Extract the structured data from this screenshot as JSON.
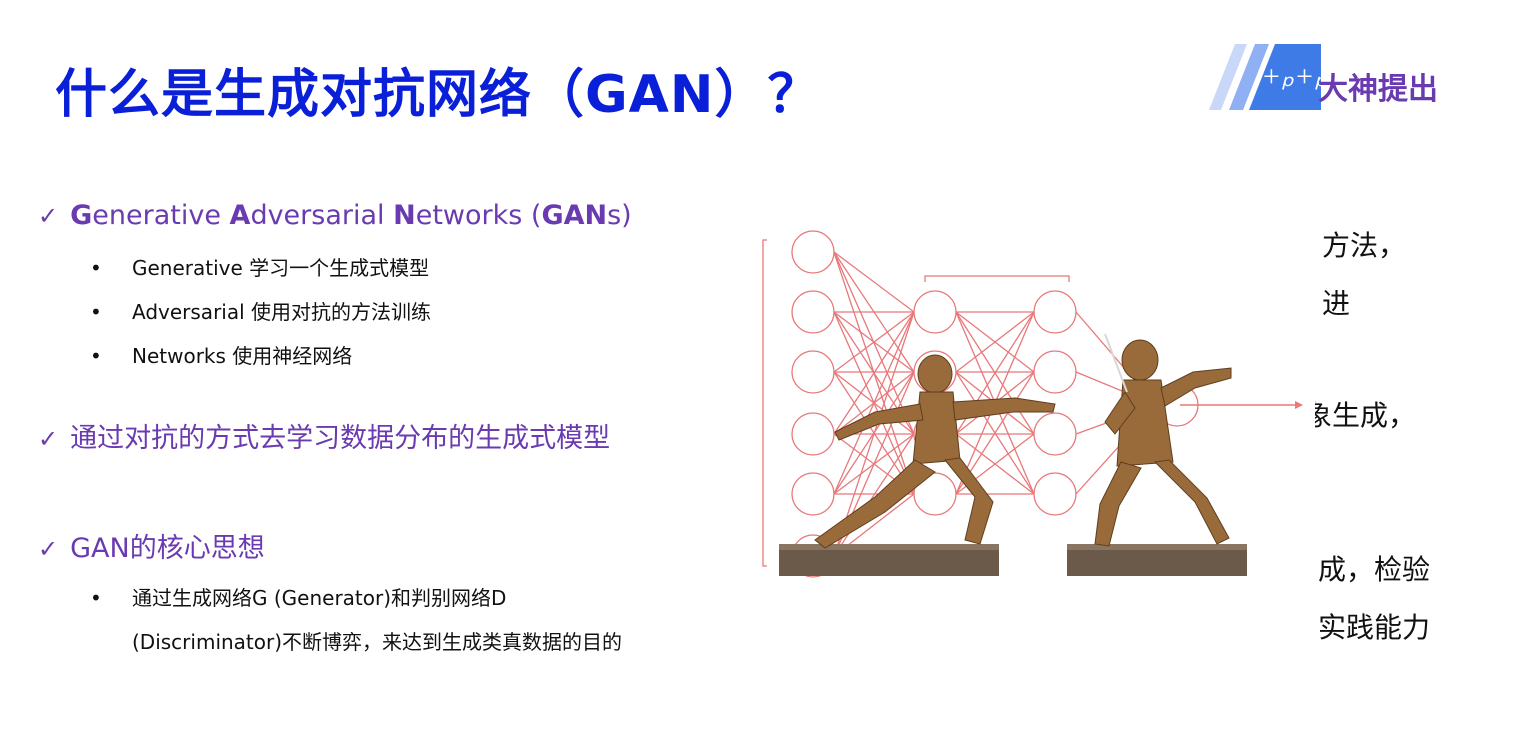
{
  "title": "什么是生成对抗网络（GAN）？",
  "brand": {
    "text": "大神提出"
  },
  "section1": {
    "parts": [
      "G",
      "enerative ",
      "A",
      "dversarial ",
      "N",
      "etworks (",
      "GAN",
      "s)"
    ],
    "bullets": [
      "Generative 学习一个生成式模型",
      "Adversarial 使用对抗的方法训练",
      "Networks 使用神经网络"
    ]
  },
  "section2": {
    "text": "通过对抗的方式去学习数据分布的生成式模型"
  },
  "section3": {
    "text": "GAN的核心思想",
    "bullet_line1": "通过生成网络G (Generator)和判别网络D",
    "bullet_line2": "(Discriminator)不断博弈，来达到生成类真数据的目的"
  },
  "bullet_symbol": "•",
  "check_symbol": "✓",
  "right_fragments": [
    "方法，",
    "进",
    "象生成，",
    "成，检验",
    "实践能力"
  ],
  "colors": {
    "title": "#0a1fd8",
    "accent": "#6a3bb0",
    "network": "#e8787a",
    "bronze": "#9a6b3a"
  }
}
